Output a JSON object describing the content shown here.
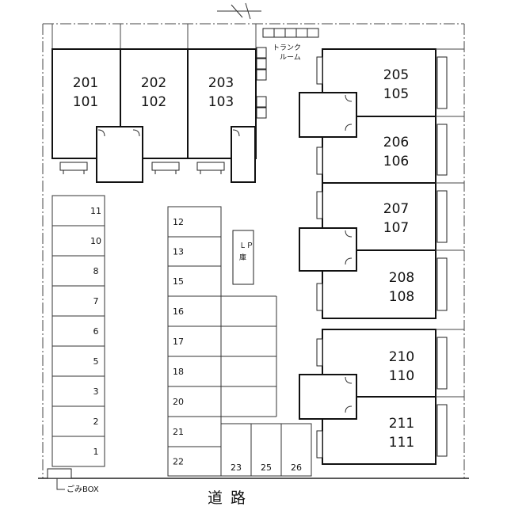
{
  "units": [
    {
      "id": "u201",
      "upper": "201",
      "lower": "101"
    },
    {
      "id": "u202",
      "upper": "202",
      "lower": "102"
    },
    {
      "id": "u203",
      "upper": "203",
      "lower": "103"
    },
    {
      "id": "u205",
      "upper": "205",
      "lower": "105"
    },
    {
      "id": "u206",
      "upper": "206",
      "lower": "106"
    },
    {
      "id": "u207",
      "upper": "207",
      "lower": "107"
    },
    {
      "id": "u208",
      "upper": "208",
      "lower": "108"
    },
    {
      "id": "u210",
      "upper": "210",
      "lower": "110"
    },
    {
      "id": "u211",
      "upper": "211",
      "lower": "111"
    }
  ],
  "parking": {
    "left_column": [
      "11",
      "10",
      "8",
      "7",
      "6",
      "5",
      "3",
      "2",
      "1"
    ],
    "middle_column": [
      "12",
      "13",
      "15",
      "16",
      "17",
      "18",
      "20",
      "21",
      "22"
    ],
    "bottom_row": [
      "23",
      "25",
      "26"
    ]
  },
  "labels": {
    "trunk_room": "トランク\nルーム",
    "lp_storage": "ＬＰ\n庫",
    "garbage_box": "ごみBOX",
    "road": "道路"
  }
}
